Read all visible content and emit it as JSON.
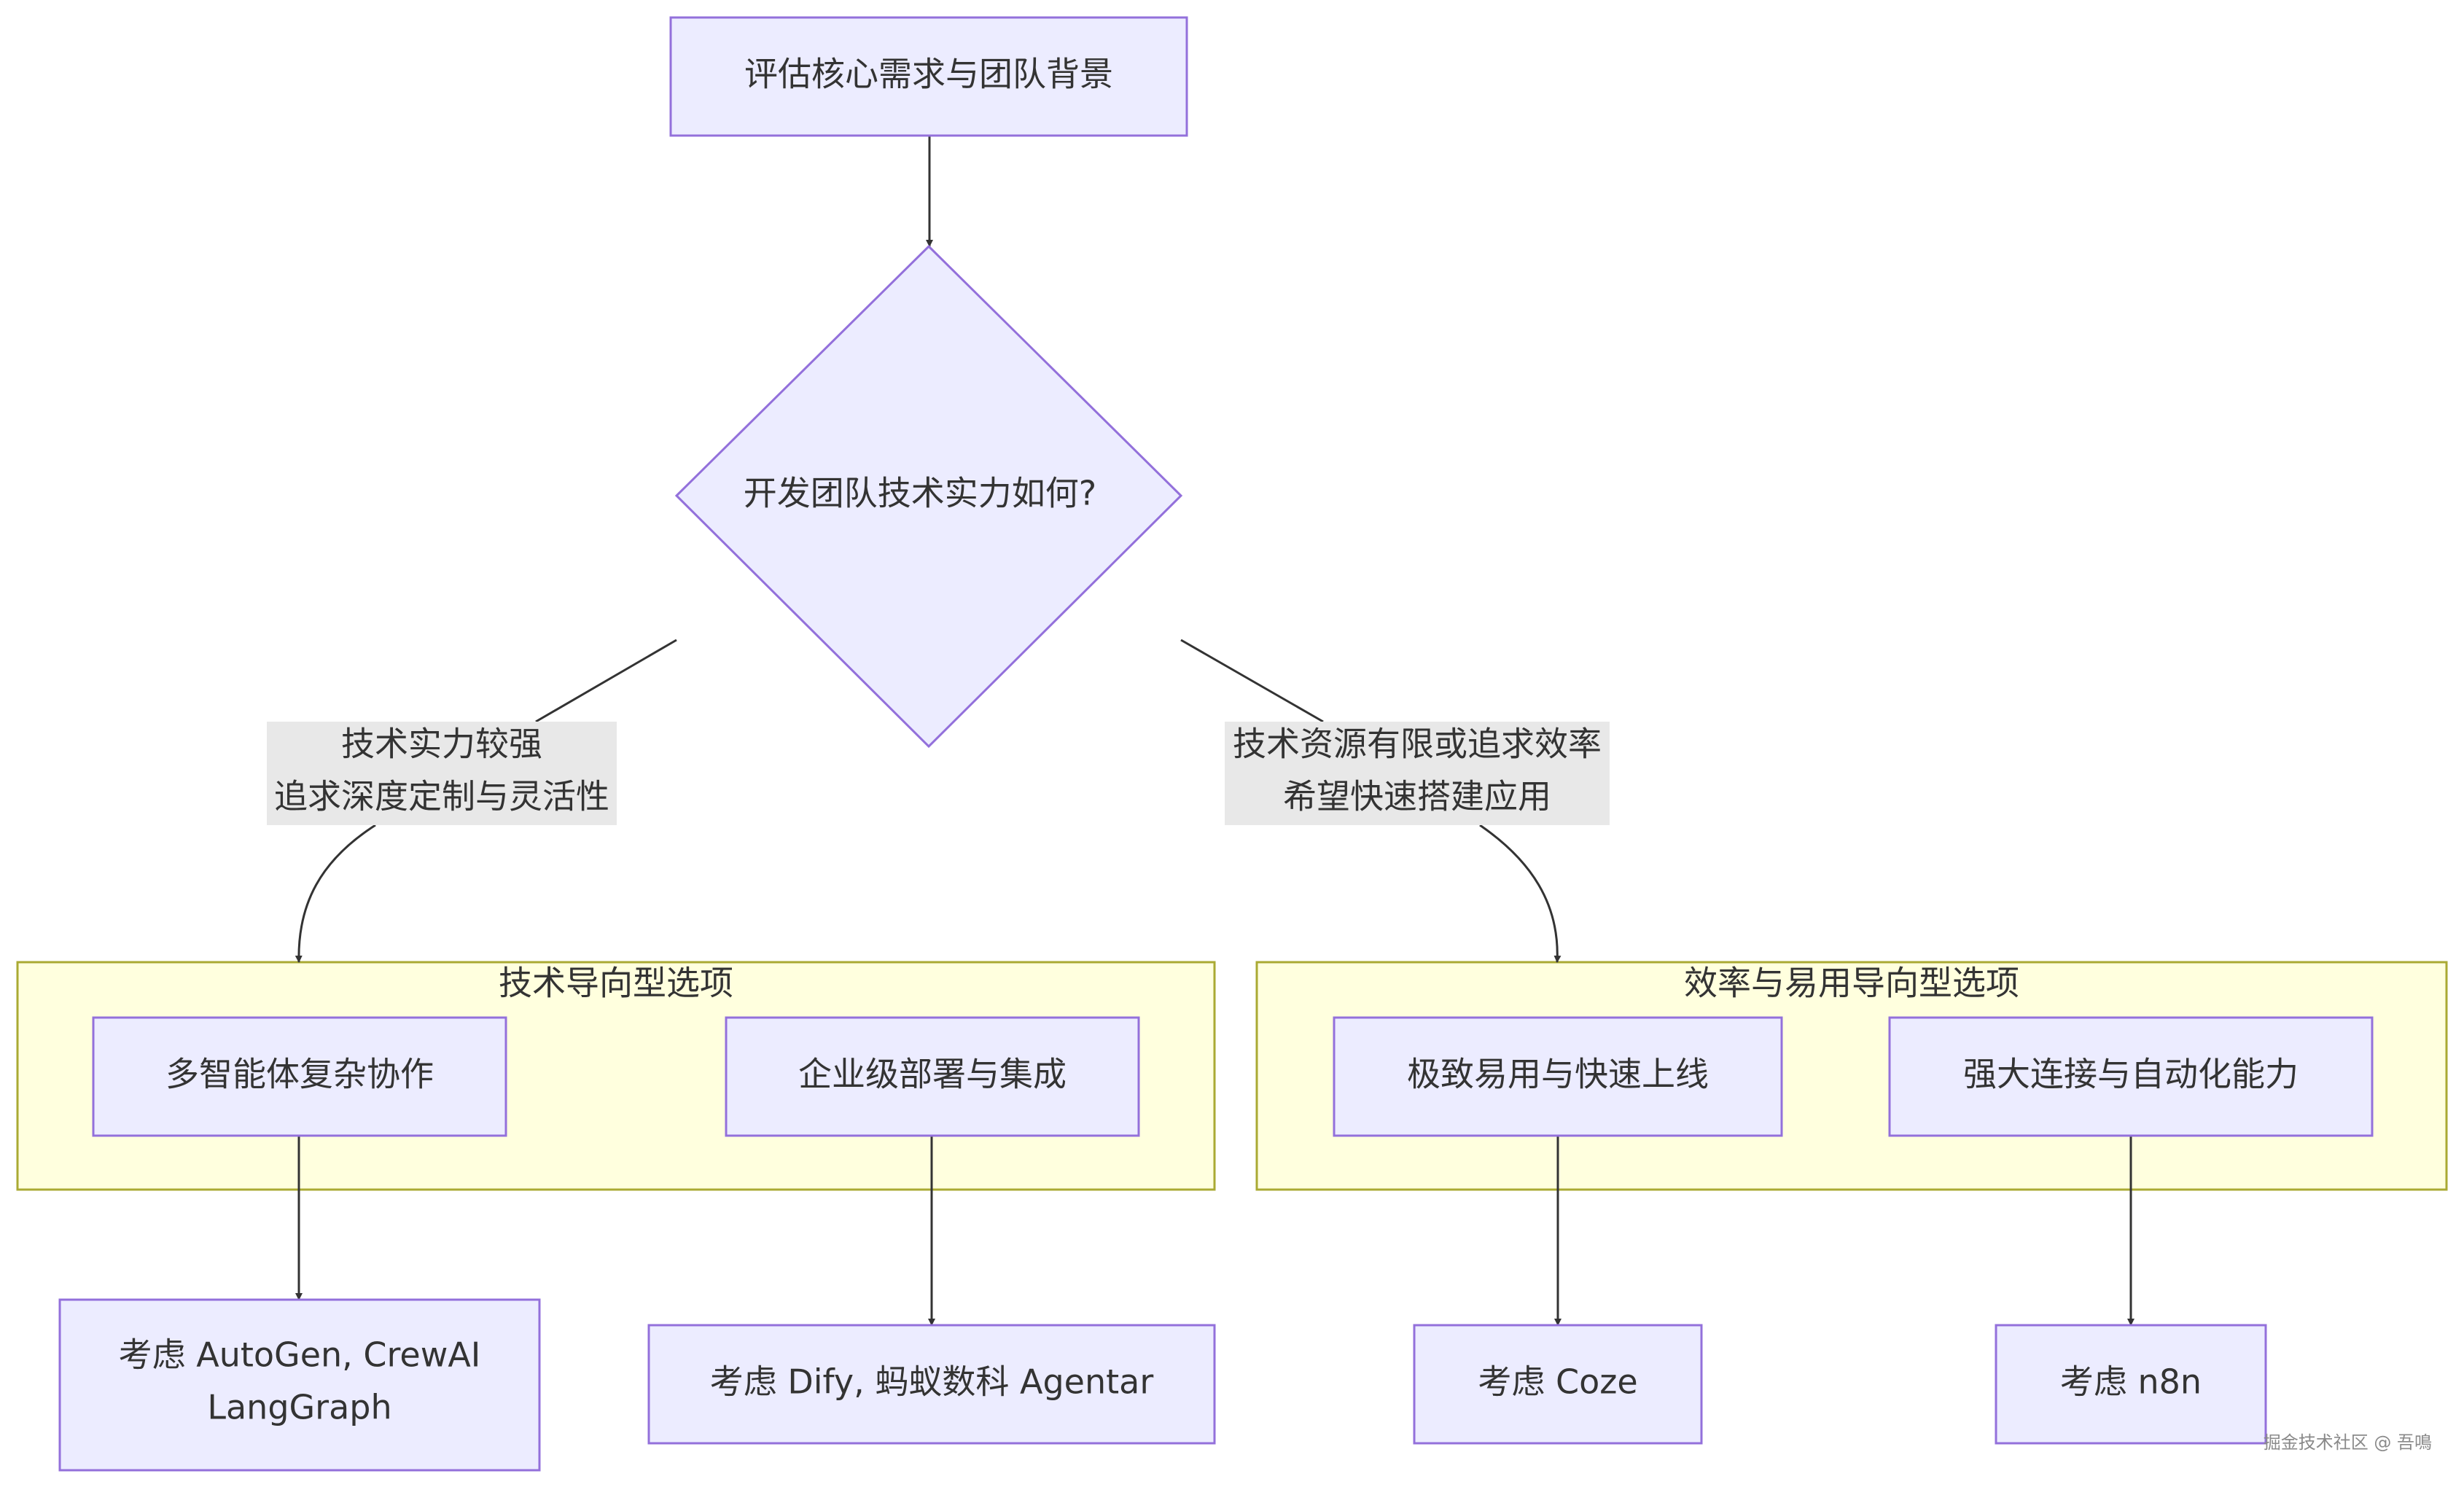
{
  "diagram": {
    "start": {
      "label": "评估核心需求与团队背景"
    },
    "decision": {
      "label": "开发团队技术实力如何?"
    },
    "edge_left": {
      "line1": "技术实力较强",
      "line2": "追求深度定制与灵活性"
    },
    "edge_right": {
      "line1": "技术资源有限或追求效率",
      "line2": "希望快速搭建应用"
    },
    "group_tech": {
      "title": "技术导向型选项",
      "node_a": "多智能体复杂协作",
      "node_b": "企业级部署与集成"
    },
    "group_efficiency": {
      "title": "效率与易用导向型选项",
      "node_a": "极致易用与快速上线",
      "node_b": "强大连接与自动化能力"
    },
    "result_1": {
      "line1": "考虑 AutoGen, CrewAI",
      "line2": "LangGraph"
    },
    "result_2": {
      "label": "考虑 Dify, 蚂蚁数科 Agentar"
    },
    "result_3": {
      "label": "考虑 Coze"
    },
    "result_4": {
      "label": "考虑 n8n"
    }
  },
  "watermark": "掘金技术社区 @ 吾鳴",
  "colors": {
    "node_fill": "#ECECFF",
    "node_stroke": "#9370DB",
    "cluster_fill": "#FFFFDE",
    "cluster_stroke": "#AAAA33",
    "edge": "#333333",
    "edge_label_bg": "#E8E8E8"
  }
}
